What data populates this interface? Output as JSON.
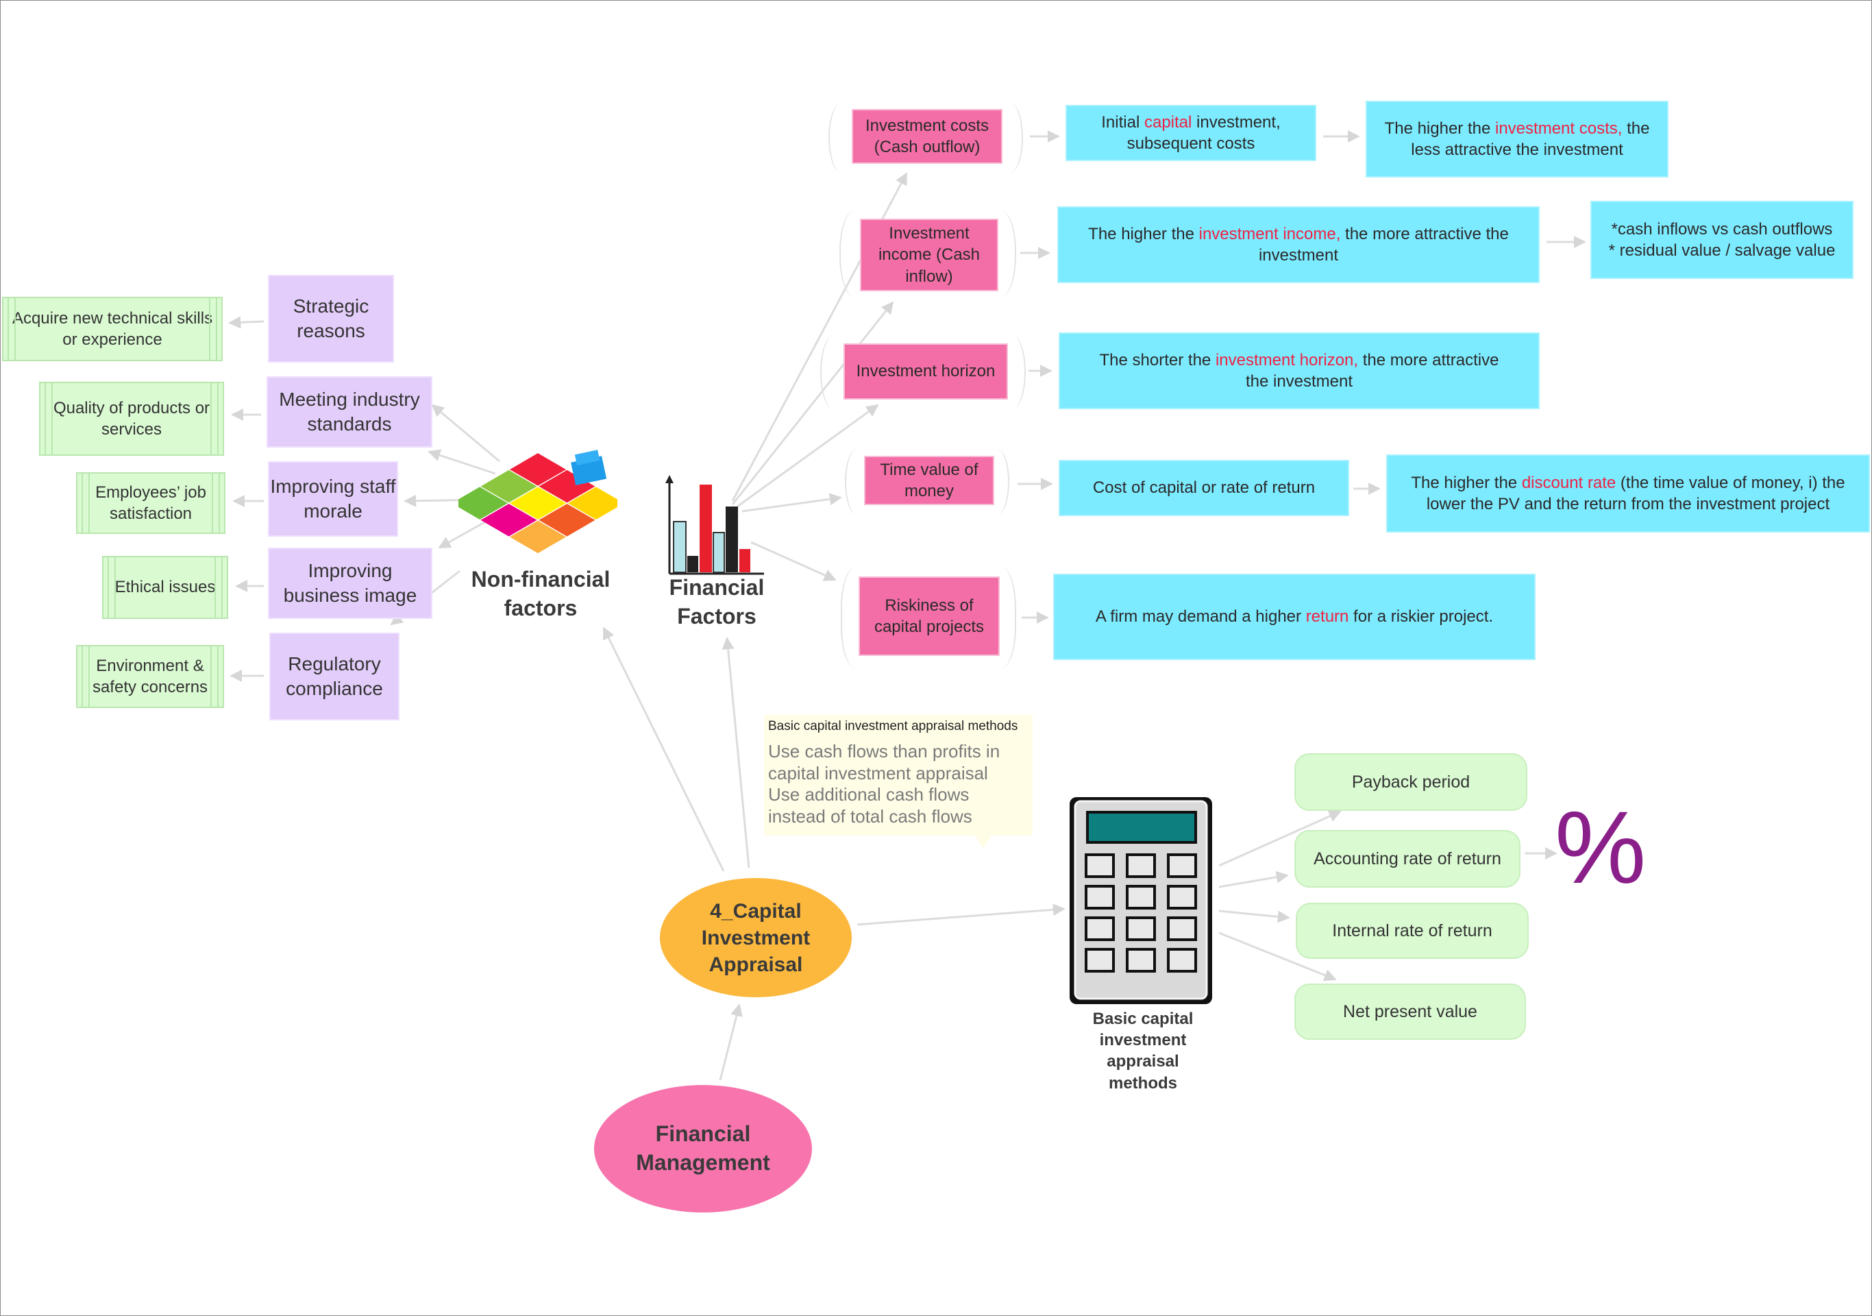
{
  "central": {
    "root": "Financial Management",
    "main": "4_Capital Investment Appraisal"
  },
  "non_financial": {
    "title": "Non-financial factors",
    "icon": "puzzle-icon",
    "reasons": [
      {
        "label": "Strategic reasons",
        "detail": "Acquire new technical skills or experience"
      },
      {
        "label": "Meeting industry standards",
        "detail": "Quality of products or services"
      },
      {
        "label": "Improving staff morale",
        "detail": "Employees’ job satisfaction"
      },
      {
        "label": "Improving business image",
        "detail": "Ethical issues"
      },
      {
        "label": "Regulatory compliance",
        "detail": "Environment & safety concerns"
      }
    ]
  },
  "financial": {
    "title": "Financial Factors",
    "icon": "bar-chart-icon",
    "factors": [
      {
        "label": "Investment costs (Cash outflow)",
        "detail": {
          "pre": "Initial ",
          "hl": "capital",
          "post": " investment, subsequent costs"
        },
        "extra": {
          "pre": "The higher the ",
          "hl": "investment costs,",
          "post": " the less attractive the investment"
        }
      },
      {
        "label": "Investment income (Cash inflow)",
        "detail": {
          "pre": "The higher the ",
          "hl": "investment income,",
          "post": " the more attractive the investment"
        },
        "extra": {
          "pre": "*cash inflows vs cash outflows\n* residual value / salvage value",
          "hl": "",
          "post": ""
        }
      },
      {
        "label": "Investment horizon",
        "detail": {
          "pre": "The shorter the ",
          "hl": "investment horizon,",
          "post": " the more attractive the investment"
        }
      },
      {
        "label": "Time value of money",
        "detail": {
          "pre": "Cost of capital or rate of return",
          "hl": "",
          "post": ""
        },
        "extra": {
          "pre": "The higher the ",
          "hl": "discount rate",
          "post": " (the time value of money, i) the lower the PV and the return from the investment project"
        }
      },
      {
        "label": "Riskiness of capital projects",
        "detail": {
          "pre": "A firm may demand a higher ",
          "hl": "return",
          "post": " for a riskier project."
        }
      }
    ]
  },
  "note": {
    "title": "Basic capital investment appraisal methods",
    "body": "Use cash flows than profits in capital investment appraisal\nUse additional cash flows instead of total cash flows"
  },
  "methods": {
    "title": "Basic capital investment appraisal methods",
    "icon": "calculator-icon",
    "items": [
      "Payback period",
      "Accounting rate of return",
      "Internal rate of return",
      "Net present value"
    ],
    "percent_symbol": "%",
    "percent_color": "#8a1f8a"
  },
  "colors": {
    "financial_factor": "#f36ea6",
    "financial_detail": "#7ceaff",
    "nonfinancial_reason": "#e3cdfa",
    "nonfinancial_detail": "#dafad2",
    "main_node": "#fbb83d",
    "root_node": "#f774ad",
    "highlight": "#ee2244"
  }
}
